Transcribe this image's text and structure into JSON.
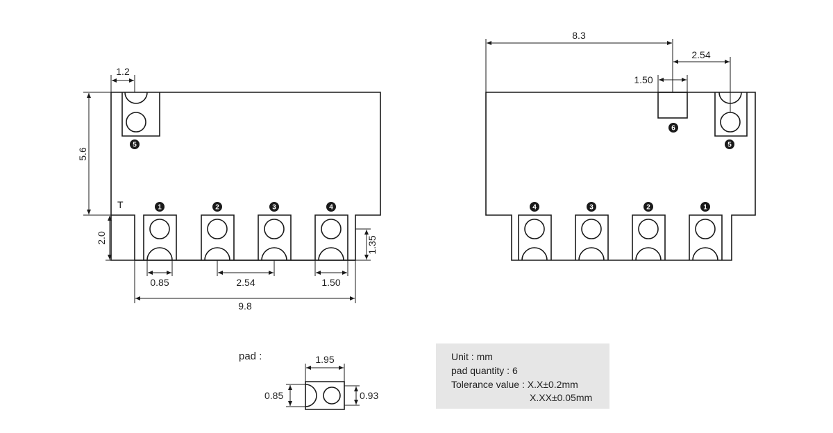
{
  "left_view": {
    "dims": {
      "top_pad_width": "1.2",
      "height": "5.6",
      "lead_height": "2.0",
      "half_circle": "0.85",
      "pitch": "2.54",
      "pad_width": "1.50",
      "pad_height": "1.35",
      "total_width": "9.8"
    },
    "marker": "T",
    "pins": [
      "1",
      "2",
      "3",
      "4",
      "5"
    ]
  },
  "right_view": {
    "dims": {
      "offset": "8.3",
      "pitch": "2.54",
      "pad_width": "1.50"
    },
    "pins": [
      "4",
      "3",
      "2",
      "1",
      "6",
      "5"
    ]
  },
  "pad_detail": {
    "label": "pad :",
    "width": "1.95",
    "left_height": "0.85",
    "right_height": "0.93"
  },
  "legend": {
    "unit": "Unit : mm",
    "quantity": "pad quantity : 6",
    "tolerance_1": "Tolerance value : X.X±0.2mm",
    "tolerance_2": "X.XX±0.05mm"
  },
  "colors": {
    "line": "#1a1a1a",
    "legend_bg": "#e6e6e6",
    "badge": "#1a1a1a"
  }
}
